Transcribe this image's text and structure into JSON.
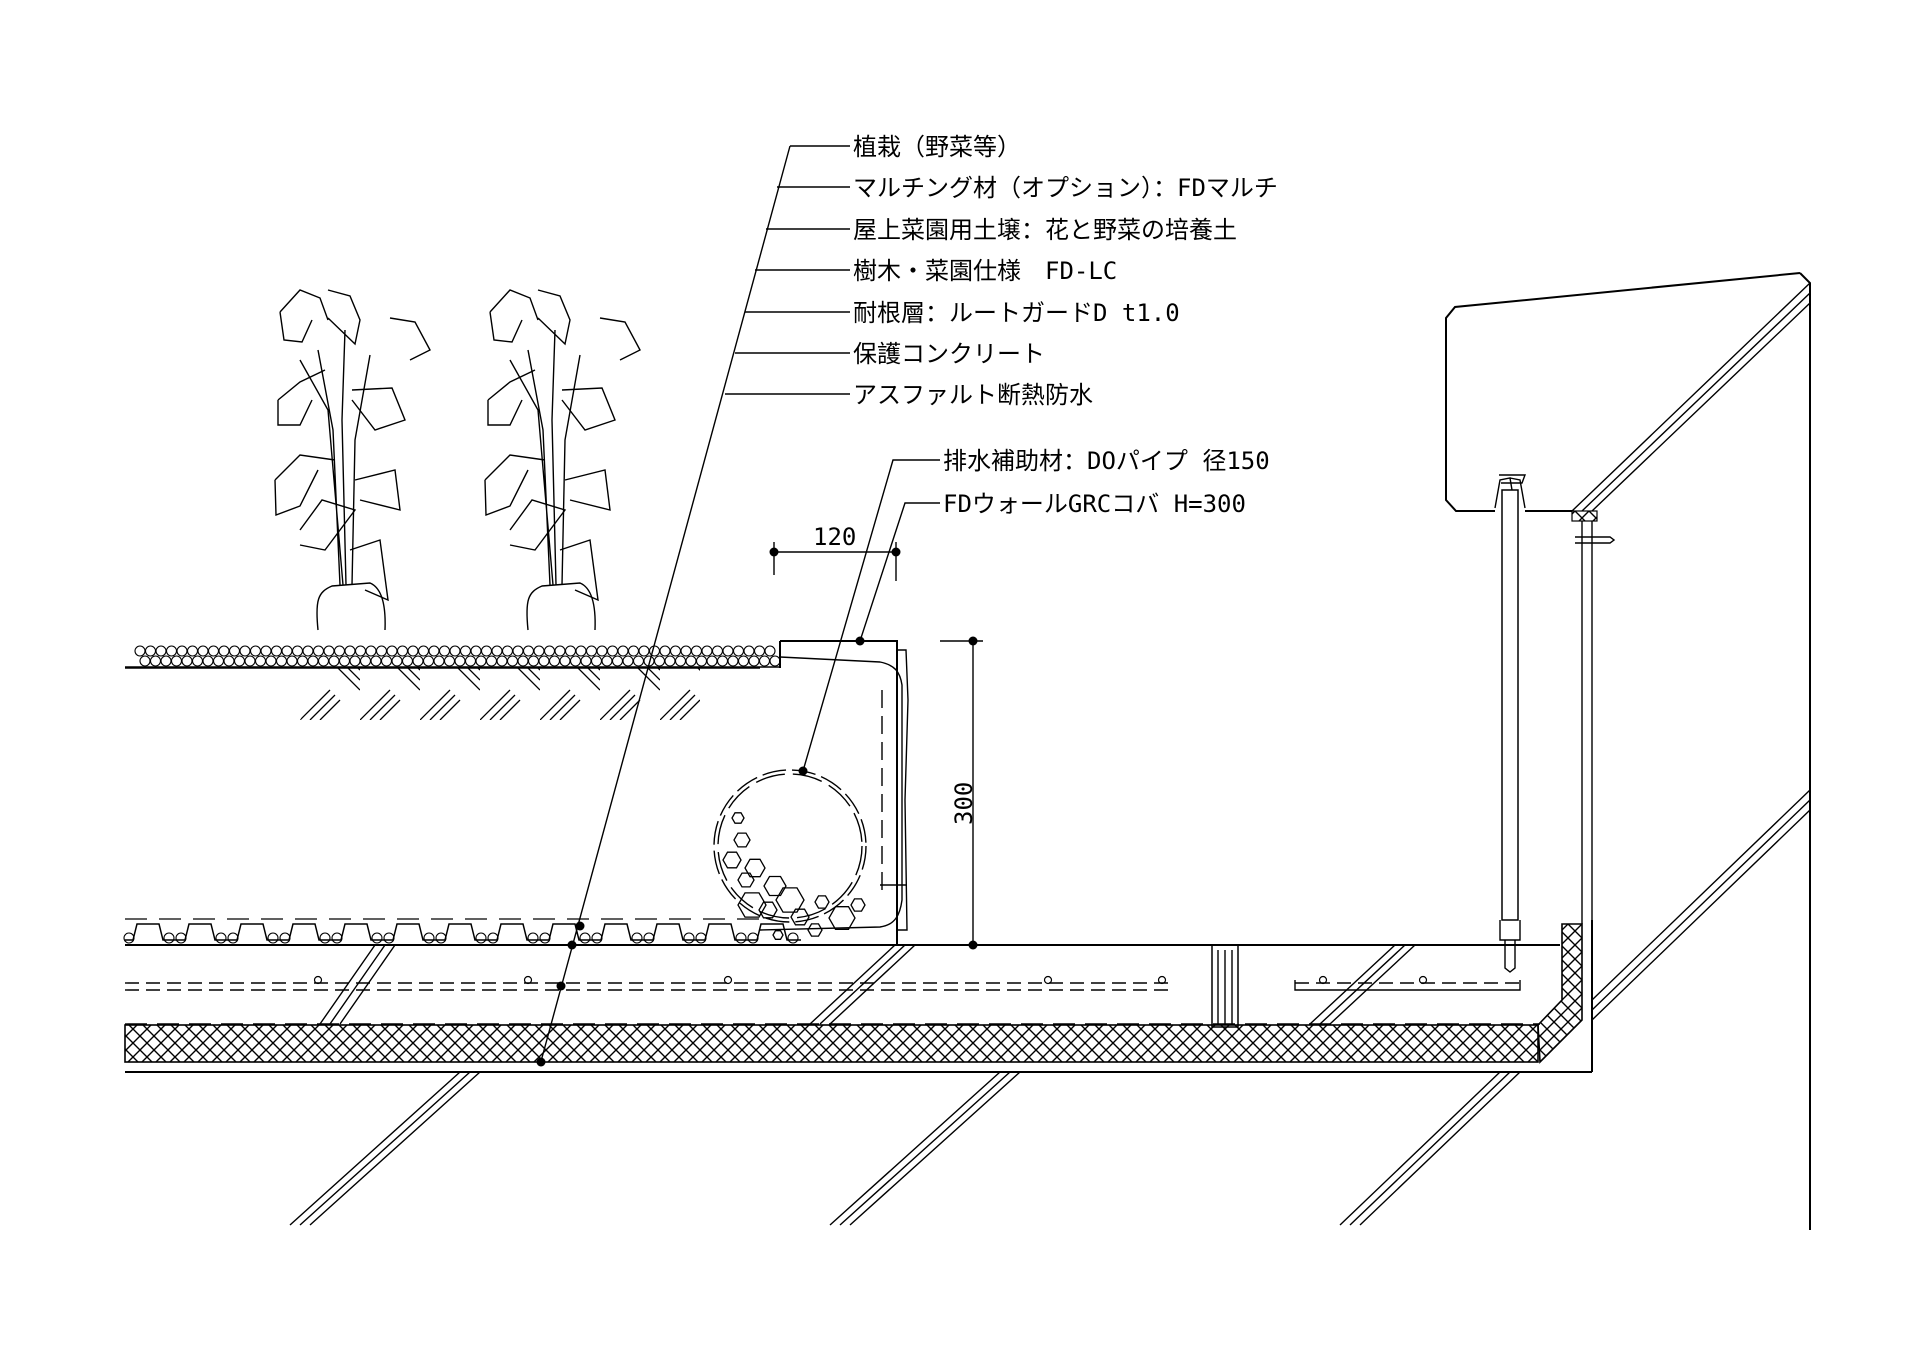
{
  "drawing": {
    "type": "section-detail",
    "subject": "rooftop vegetable garden edge with parapet"
  },
  "labels": [
    {
      "id": "planting",
      "text": "植栽（野菜等）"
    },
    {
      "id": "mulching",
      "text": "マルチング材（オプション）：FDマルチ"
    },
    {
      "id": "soil",
      "text": "屋上菜園用土壌：花と野菜の培養土"
    },
    {
      "id": "spec",
      "text": "樹木・菜園仕様　FD-LC"
    },
    {
      "id": "root-barrier",
      "text": "耐根層：ルートガードD t1.0"
    },
    {
      "id": "protect-concrete",
      "text": "保護コンクリート"
    },
    {
      "id": "waterproofing",
      "text": "アスファルト断熱防水"
    },
    {
      "id": "drain-pipe",
      "text": "排水補助材：DOパイプ 径150"
    },
    {
      "id": "edge-wall",
      "text": "FDウォールGRCコバ H=300"
    }
  ],
  "dimensions": {
    "edge_width": "120",
    "edge_height": "300"
  }
}
